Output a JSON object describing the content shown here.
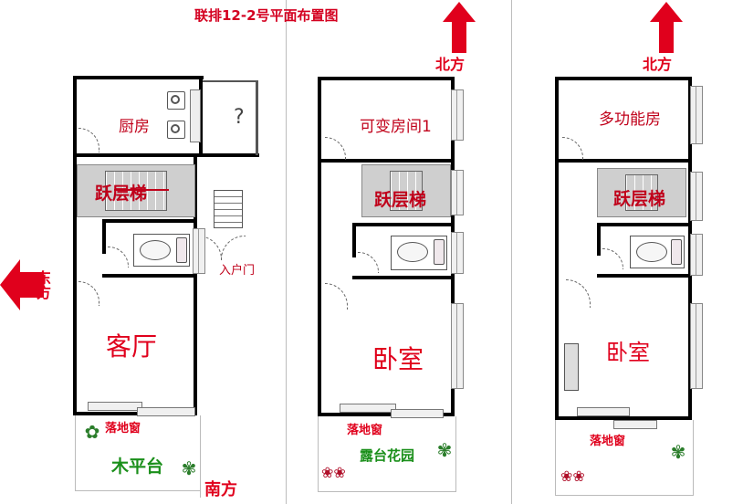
{
  "title": "联排12-2号平面布置图",
  "directions": {
    "north_1": "北方",
    "north_2": "北方",
    "east": "东方",
    "south": "南方"
  },
  "colors": {
    "label_red": "#e0001c",
    "arrow_red": "#e0001c",
    "wall": "#000000",
    "stairs_gray": "#cfcfcf"
  },
  "plan1": {
    "kitchen": "厨房",
    "unknown_mark": "?",
    "stairs": "跃层梯",
    "entrance": "入户门",
    "living": "客厅",
    "window": "落地窗",
    "terrace": "木平台"
  },
  "plan2": {
    "flex_room": "可变房间1",
    "stairs": "跃层梯",
    "bedroom": "卧室",
    "window": "落地窗",
    "garden": "露台花园"
  },
  "plan3": {
    "multi_room": "多功能房",
    "stairs": "跃层梯",
    "bedroom": "卧室",
    "window": "落地窗"
  },
  "icons": {
    "arrow_up": "arrow-up-icon",
    "arrow_left": "arrow-left-icon",
    "plant": "plant-icon",
    "flower": "flower-icon",
    "toilet": "toilet-icon",
    "stove": "stove-icon"
  }
}
